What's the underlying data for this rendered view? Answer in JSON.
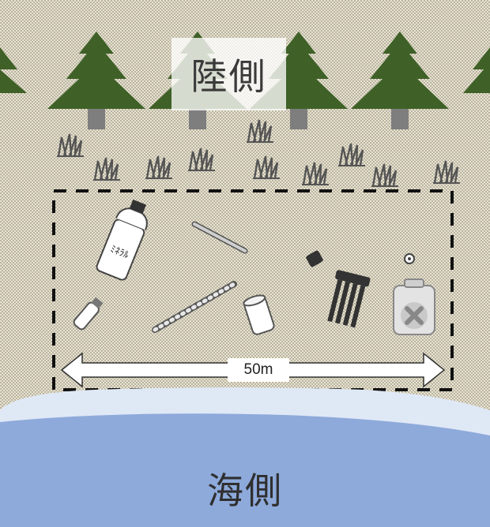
{
  "labels": {
    "land_side": "陸側",
    "sea_side": "海側",
    "distance": "50m"
  },
  "bottle_text": "ﾐﾈﾗﾙ",
  "icons": {
    "trees": "pine-tree-icon",
    "grass": "grass-tuft-icon",
    "litter": [
      "plastic-bottle-icon",
      "stick-icon",
      "bottle-cap-icon",
      "lighter-icon",
      "straw-icon",
      "can-icon",
      "float-tube-icon",
      "container-icon"
    ]
  },
  "colors": {
    "sand": "#e9e4d2",
    "dots": "#6f6a55",
    "tree": "#3f6128",
    "trunk": "#7e7e7e",
    "sea": "#8eaadb",
    "shore": "#dfe8f5"
  }
}
